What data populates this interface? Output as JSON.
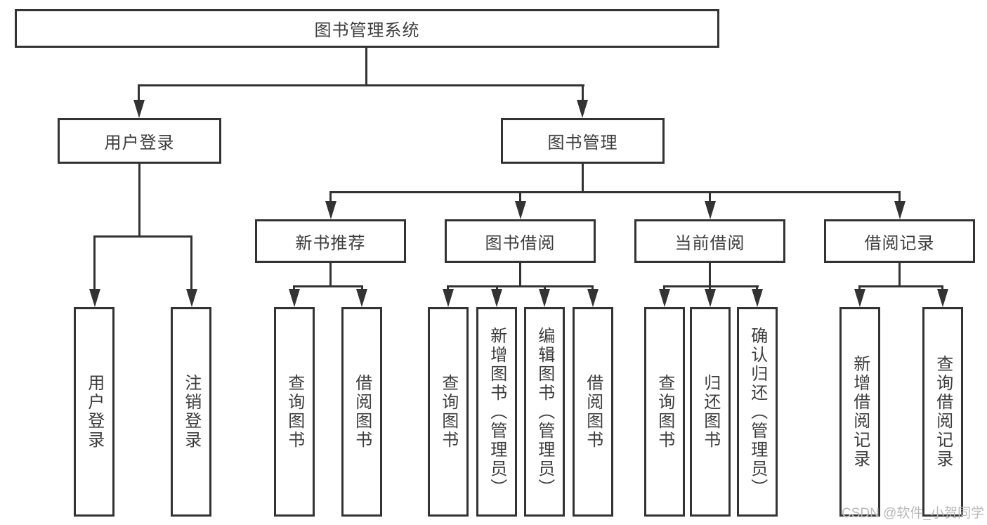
{
  "nodes": {
    "root": {
      "label": "图书管理系统"
    },
    "level2": [
      {
        "label": "用户登录"
      },
      {
        "label": "图书管理"
      }
    ],
    "level3": [
      {
        "label": "新书推荐"
      },
      {
        "label": "图书借阅"
      },
      {
        "label": "当前借阅"
      },
      {
        "label": "借阅记录"
      }
    ],
    "leaves_user_login": [
      {
        "label": "用户登录"
      },
      {
        "label": "注销登录"
      }
    ],
    "leaves_new_book": [
      {
        "label": "查询图书"
      },
      {
        "label": "借阅图书"
      }
    ],
    "leaves_book_borrow": [
      {
        "label": "查询图书"
      },
      {
        "label": "新增图书（管理员）"
      },
      {
        "label": "编辑图书（管理员）"
      },
      {
        "label": "借阅图书"
      }
    ],
    "leaves_current_borrow": [
      {
        "label": "查询图书"
      },
      {
        "label": "归还图书"
      },
      {
        "label": "确认归还（管理员）"
      }
    ],
    "leaves_borrow_records": [
      {
        "label": "新增借阅记录"
      },
      {
        "label": "查询借阅记录"
      }
    ]
  },
  "watermark": {
    "text": "CSDN @软件_小贺同学"
  },
  "colors": {
    "line": "#333333",
    "text": "#3d3d3d",
    "watermark": "#b9b9b9",
    "background": "#ffffff"
  }
}
